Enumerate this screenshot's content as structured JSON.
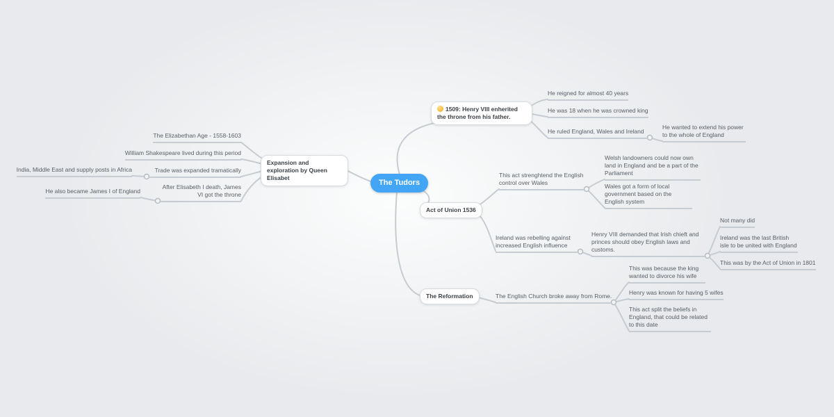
{
  "app": {
    "type": "mind-map"
  },
  "colors": {
    "background": "#e8eaed",
    "root_bg": "#42a5f5",
    "branch_line": "#c6ccd2"
  },
  "icons": {
    "henry1509": "thinking-face-emoji"
  },
  "nodes": {
    "root": "The Tudors",
    "henry1509": "1509: Henry VIII enherited the throne from his father.",
    "reigned": "He reigned for almost 40 years",
    "crowned": "He was 18 when he was crowned king",
    "ruled": "He ruled England, Wales and Ireland",
    "extend_power": "He wanted to extend his power to the whole of England",
    "act_of_union": "Act of Union 1536",
    "strengthen": "This act strenghtend the English control over Wales",
    "welsh_landowners": "Welsh landowners could now own land in England and be a part of the Parliament",
    "wales_government": "Wales got a form of local government based on the English system",
    "ireland_rebelling": "Ireland was rebelling against increased English influence",
    "henry_demanded": "Henry VIII demanded that Irish chieft and princes should obey English laws and customs.",
    "not_many": "Not many did",
    "last_isle": "Ireland was the last British isle to be united with England",
    "union_1801": "This was by the Act of Union in 1801",
    "reformation": "The Reformation",
    "church_broke": "The English Church broke away from Rome.",
    "divorce": "This was because the king wanted to divorce his wife",
    "five_wifes": "Henry was known for having 5 wifes",
    "beliefs_split": "This act split the beliefs in England, that could be related to this date",
    "expansion": "Expansion and exploration by Queen Elisabet",
    "elizabethan_age": "The Elizabethan Age - 1558-1603",
    "shakespeare": "William Shakespeare lived during this period",
    "trade_expanded": "Trade was expanded tramatically",
    "india_trade": "India, Middle East and supply posts in Africa",
    "james_vi": "After Elisabeth I death, James VI got the throne",
    "james_i": "He also became James I of England"
  }
}
